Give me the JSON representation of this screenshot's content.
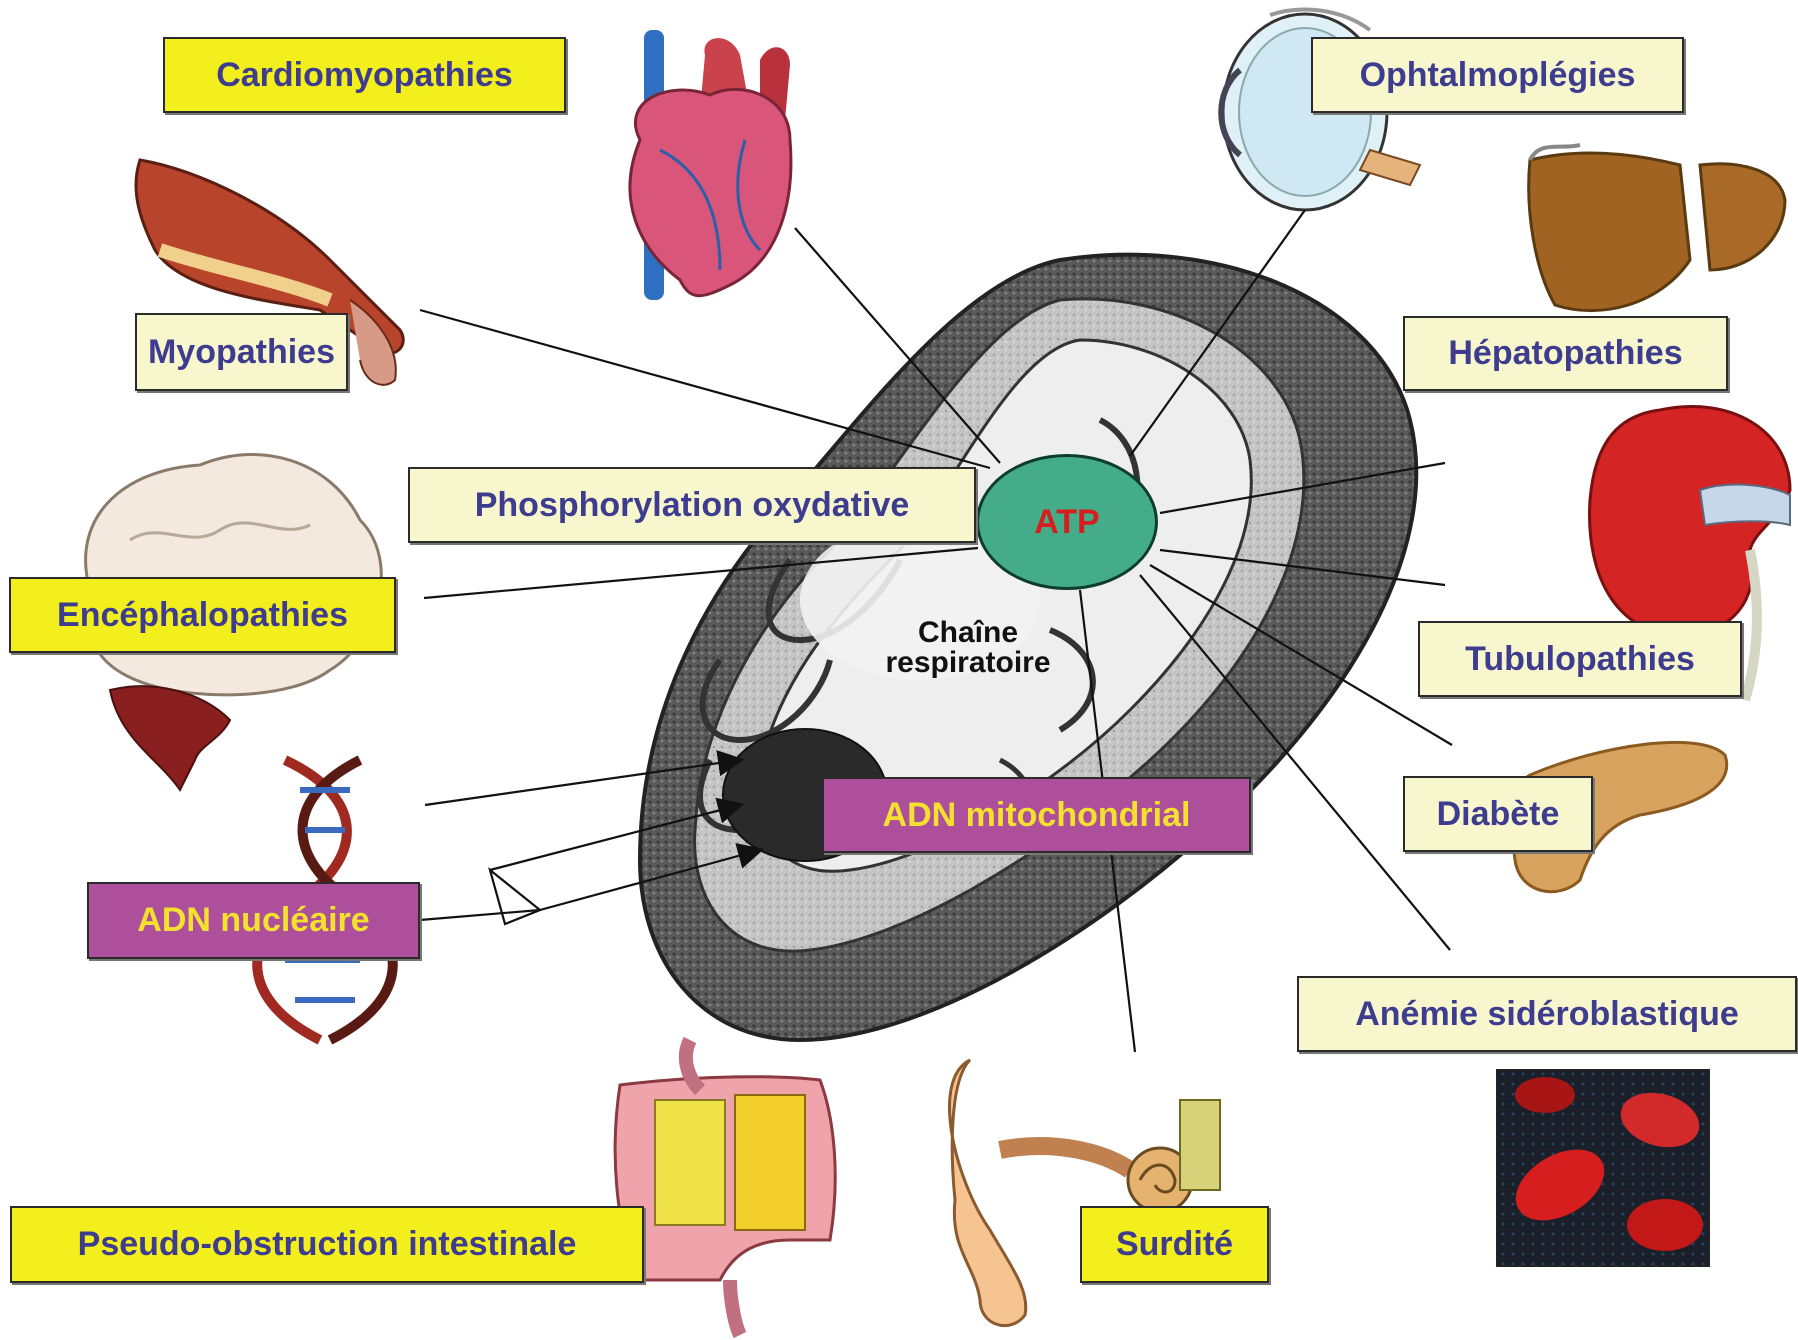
{
  "center": {
    "atp": "ATP",
    "chain_line1": "Chaîne",
    "chain_line2": "respiratoire"
  },
  "labels": {
    "cardiomyopathies": "Cardiomyopathies",
    "ophtalmoplegies": "Ophtalmoplégies",
    "myopathies": "Myopathies",
    "hepatopathies": "Hépatopathies",
    "phosphorylation": "Phosphorylation oxydative",
    "encephalopathies": "Encéphalopathies",
    "tubulopathies": "Tubulopathies",
    "adn_mito": "ADN mitochondrial",
    "diabete": "Diabète",
    "adn_nucleaire": "ADN nucléaire",
    "anemie": "Anémie sidéroblastique",
    "pseudo_obstruction": "Pseudo-obstruction intestinale",
    "surdite": "Surdité"
  },
  "colors": {
    "label_yellow": "#f3ef1c",
    "label_cream": "#f7f6cc",
    "label_purple": "#ae4f9c",
    "label_text_blue": "#3d3c8f",
    "label_text_yellow": "#f4e12e",
    "atp_fill": "#45ac8a",
    "atp_text": "#d61e1e"
  },
  "illustrations": [
    "heart-illustration",
    "eye-illustration",
    "muscle-illustration",
    "liver-illustration",
    "brain-illustration",
    "kidney-illustration",
    "pancreas-illustration",
    "dna-helix-illustration",
    "red-blood-cells-illustration",
    "intestine-illustration",
    "ear-illustration",
    "mitochondrion-illustration"
  ]
}
